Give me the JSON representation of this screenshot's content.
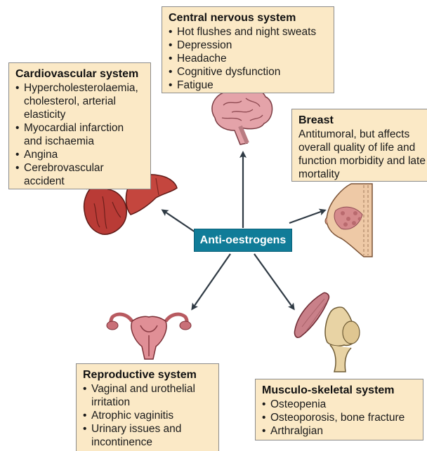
{
  "center_label": "Anti-oestrogens",
  "cns": {
    "title": "Central nervous system",
    "items": [
      "Hot flushes and night sweats",
      "Depression",
      "Headache",
      "Cognitive dysfunction",
      "Fatigue"
    ]
  },
  "cardio": {
    "title": "Cardiovascular system",
    "items": [
      "Hypercholesterolaemia, cholesterol, arterial elasticity",
      "Myocardial infarction and ischaemia",
      "Angina",
      "Cerebrovascular accident"
    ]
  },
  "breast": {
    "title": "Breast",
    "text": "Antitumoral, but affects overall quality of life and function morbidity and late mortality"
  },
  "repro": {
    "title": "Reproductive system",
    "items": [
      "Vaginal and urothelial irritation",
      "Atrophic vaginitis",
      "Urinary issues and incontinence"
    ]
  },
  "musc": {
    "title": "Musculo-skeletal system",
    "items": [
      "Osteopenia",
      "Osteoporosis, bone fracture",
      "Arthralgian"
    ]
  },
  "colors": {
    "box_fill": "#fbe9c6",
    "center_fill": "#107c98",
    "arrow": "#2f3a44"
  },
  "icons": [
    "brain-illustration",
    "heart-illustration",
    "liver-illustration",
    "breast-illustration",
    "uterus-illustration",
    "muscle-illustration",
    "knee-joint-illustration"
  ]
}
